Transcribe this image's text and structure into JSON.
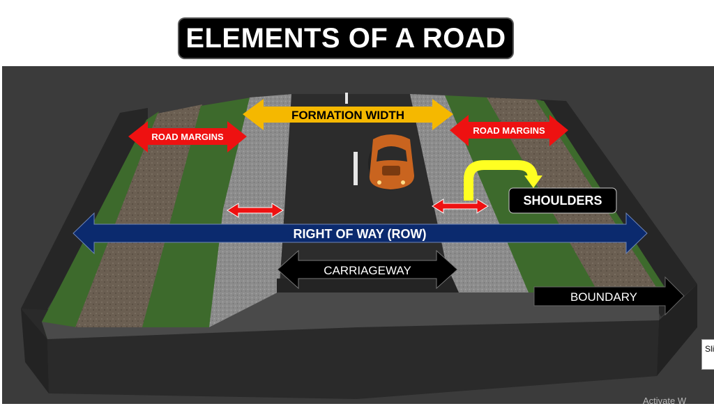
{
  "title": "ELEMENTS OF A ROAD",
  "labels": {
    "formation_width": "FORMATION WIDTH",
    "road_margins_left": "ROAD MARGINS",
    "road_margins_right": "ROAD MARGINS",
    "shoulders": "SHOULDERS",
    "right_of_way": "RIGHT OF WAY (ROW)",
    "carriageway": "CARRIAGEWAY",
    "boundary": "BOUNDARY"
  },
  "side_tab": "Sli",
  "watermark": "Activate W",
  "colors": {
    "formation_arrow": "#f5b800",
    "margin_arrow": "#ee1111",
    "row_arrow": "#0b2a6e",
    "carriageway_arrow": "#000000",
    "shoulder_indicator": "#ffff22",
    "grass": "#3d6a2c",
    "asphalt": "#2c2c2c",
    "gravel": "#8a8a8a"
  }
}
